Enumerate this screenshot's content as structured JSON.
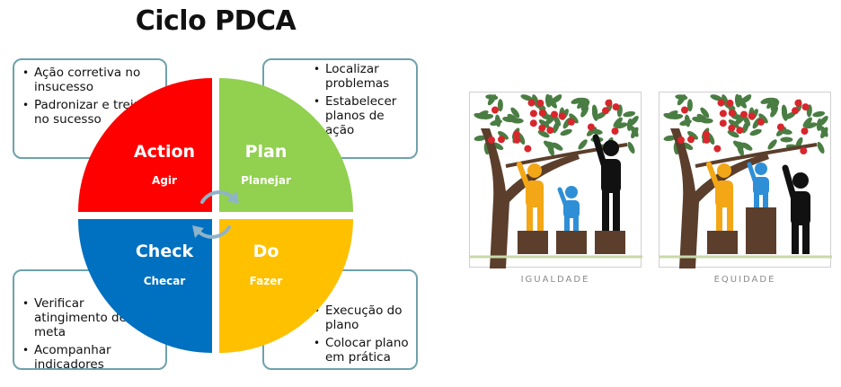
{
  "title": "Ciclo PDCA",
  "quadrants": {
    "action": {
      "label": "Action",
      "sub": "Agir",
      "color": "#ff0000"
    },
    "plan": {
      "label": "Plan",
      "sub": "Planejar",
      "color": "#92d050"
    },
    "check": {
      "label": "Check",
      "sub": "Checar",
      "color": "#0070c0"
    },
    "do": {
      "label": "Do",
      "sub": "Fazer",
      "color": "#ffc000"
    }
  },
  "boxes": {
    "action": [
      "Ação corretiva no insucesso",
      "Padronizar e treinar no sucesso"
    ],
    "plan": [
      "Localizar problemas",
      "Estabelecer planos de ação"
    ],
    "check": [
      "Verificar atingimento de meta",
      "Acompanhar indicadores"
    ],
    "do": [
      "Execução do plano",
      "Colocar plano em prática"
    ]
  },
  "illustration": {
    "left_caption": "IGUALDADE",
    "right_caption": "EQUIDADE",
    "figure_colors": {
      "tall": "#111111",
      "medium": "#f3a716",
      "short": "#2f8fd6"
    },
    "crate_color": "#5b3e2b",
    "leaf_color": "#4a7d43",
    "apple_color": "#d8262d"
  }
}
